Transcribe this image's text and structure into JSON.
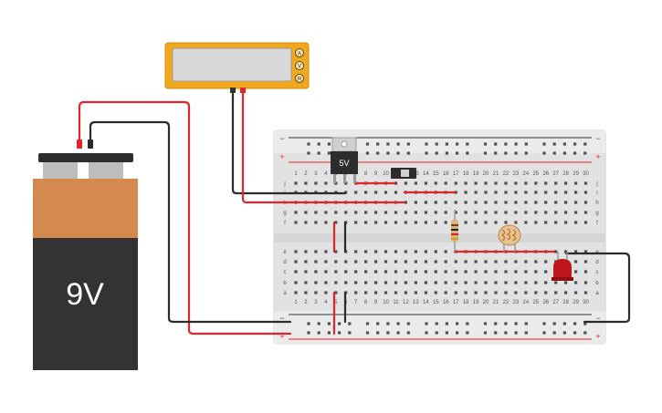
{
  "battery": {
    "label": "9V"
  },
  "regulator": {
    "label": "5V"
  },
  "multimeter": {
    "modes": [
      "A",
      "V",
      "R"
    ]
  },
  "breadboard": {
    "columns": [
      "1",
      "2",
      "3",
      "4",
      "5",
      "6",
      "7",
      "8",
      "9",
      "10",
      "11",
      "12",
      "13",
      "14",
      "15",
      "16",
      "17",
      "18",
      "19",
      "20",
      "21",
      "22",
      "23",
      "24",
      "25",
      "26",
      "27",
      "28",
      "29",
      "30"
    ],
    "rows_top": [
      "j",
      "i",
      "h",
      "g",
      "f"
    ],
    "rows_bottom": [
      "e",
      "d",
      "c",
      "b",
      "a"
    ],
    "rail_plus": "+",
    "rail_minus": "−"
  },
  "colors": {
    "wire_red": "#e3242b",
    "wire_black": "#2b2b2b",
    "battery_orange": "#d48a4e",
    "battery_dark": "#333333",
    "multimeter_yellow": "#f1a81d",
    "led_red": "#c0171c",
    "board": "#e5e5e5"
  }
}
